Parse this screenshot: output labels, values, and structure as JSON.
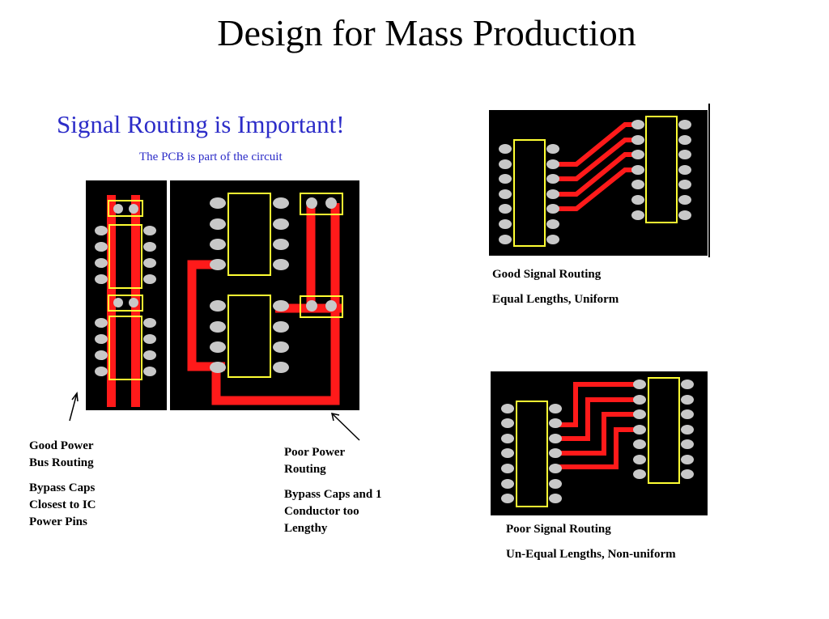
{
  "slide": {
    "title": "Design for Mass Production",
    "subtitle": "Signal Routing is Important!",
    "subnote": "The PCB is part of the circuit"
  },
  "captions": {
    "good_power_line1": "Good Power",
    "good_power_line2": "Bus Routing",
    "bypass_good_line1": "Bypass Caps",
    "bypass_good_line2": "Closest to IC",
    "bypass_good_line3": "Power Pins",
    "poor_power_line1": "Poor Power",
    "poor_power_line2": "Routing",
    "bypass_poor_line1": "Bypass Caps and 1",
    "bypass_poor_line2": "Conductor too",
    "bypass_poor_line3": "Lengthy",
    "good_signal_title": "Good Signal Routing",
    "good_signal_desc": "Equal Lengths, Uniform",
    "poor_signal_title": "Poor Signal Routing",
    "poor_signal_desc": "Un-Equal Lengths, Non-uniform"
  },
  "colors": {
    "trace": "#ff1a1a",
    "outline": "#ffff33",
    "pad": "#c8c8c8",
    "board": "#000000",
    "heading": "#2c2cc8"
  }
}
